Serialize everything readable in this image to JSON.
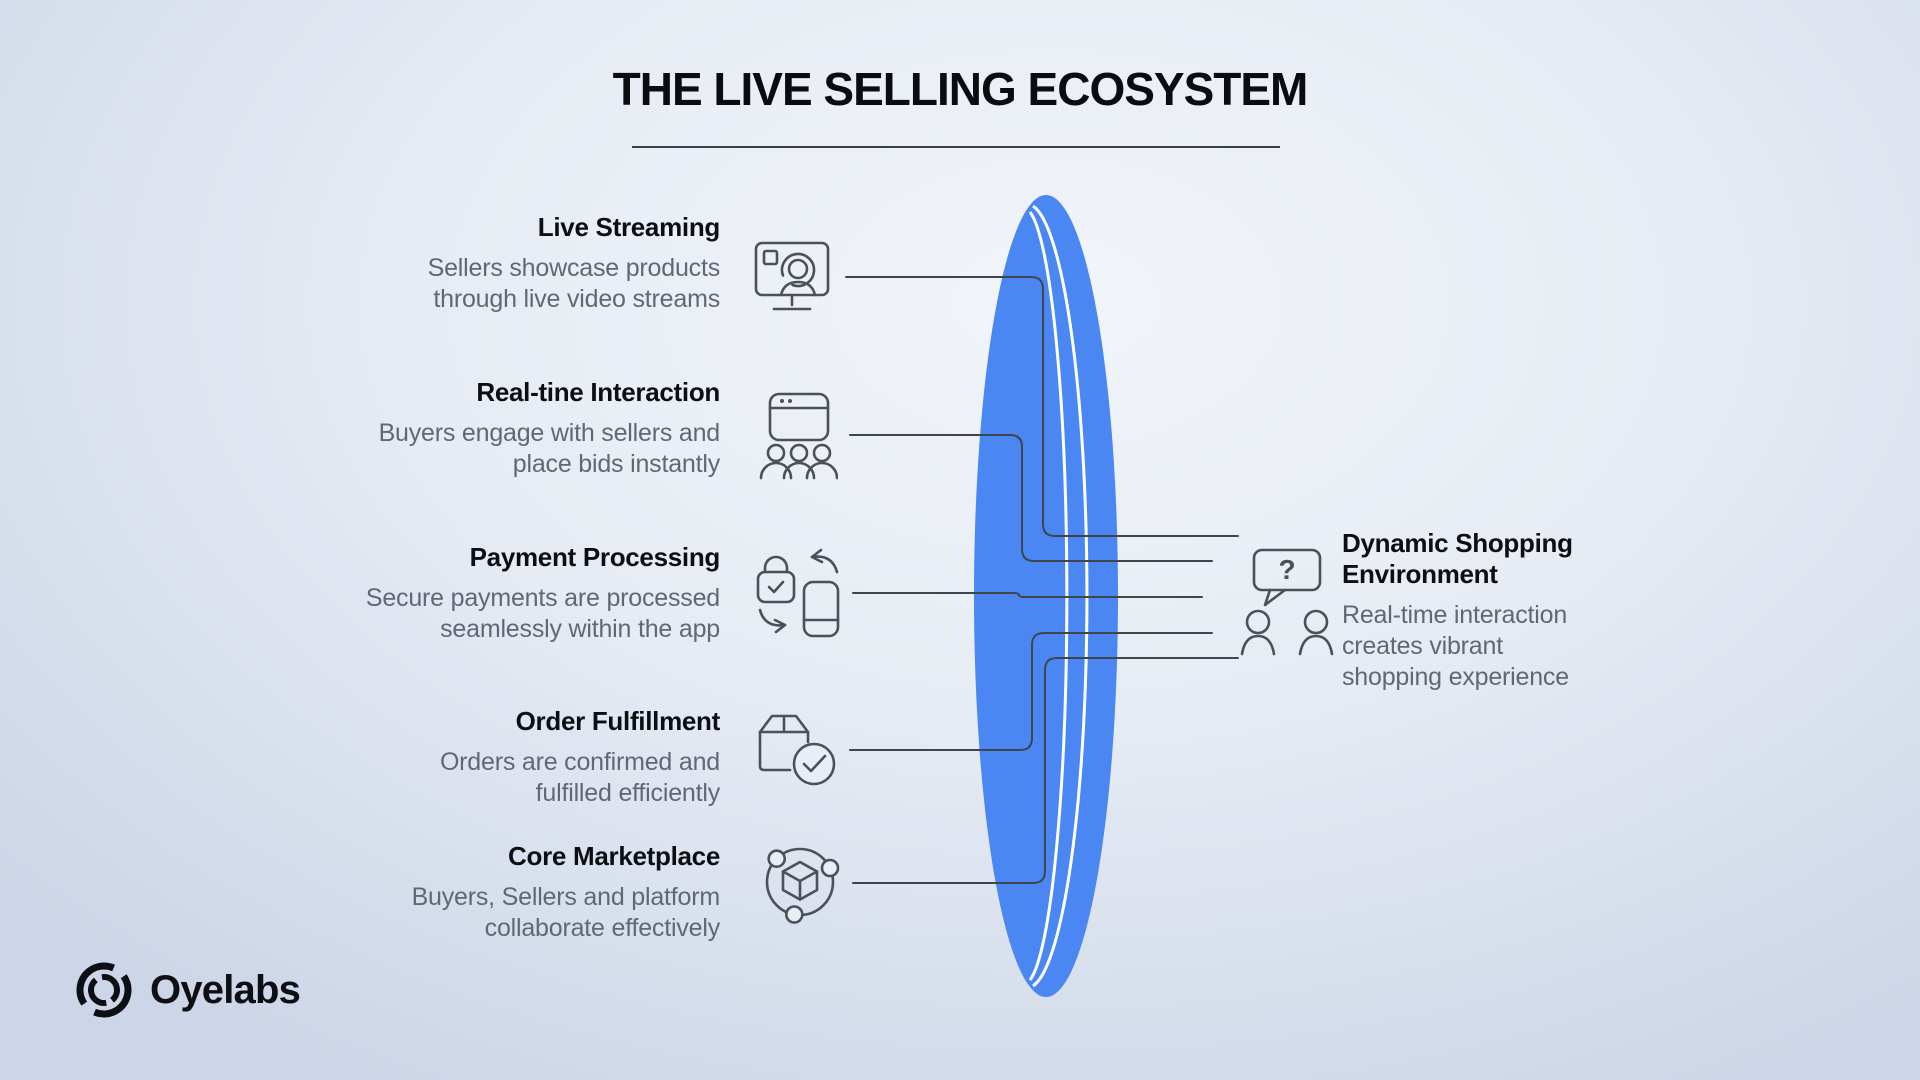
{
  "title": "THE LIVE SELLING ECOSYSTEM",
  "colors": {
    "accent_blue": "#4b87f2",
    "connector_line": "#3f454d",
    "heading_text": "#0c0e12",
    "body_text": "#5f6874"
  },
  "left_items": [
    {
      "heading": "Live Streaming",
      "icon": "live-streaming-monitor-icon",
      "desc_lines": [
        "Sellers showcase products",
        "through live video streams"
      ]
    },
    {
      "heading": "Real-tine Interaction",
      "icon": "browser-audience-icon",
      "desc_lines": [
        "Buyers engage with sellers and",
        "place bids instantly"
      ]
    },
    {
      "heading": "Payment Processing",
      "icon": "secure-payment-icon",
      "desc_lines": [
        "Secure payments are processed",
        "seamlessly within the app"
      ]
    },
    {
      "heading": "Order Fulfillment",
      "icon": "package-check-icon",
      "desc_lines": [
        "Orders are confirmed and",
        "fulfilled efficiently"
      ]
    },
    {
      "heading": "Core Marketplace",
      "icon": "cube-network-icon",
      "desc_lines": [
        "Buyers, Sellers and platform",
        "collaborate effectively"
      ]
    }
  ],
  "right_item": {
    "icon": "people-question-icon",
    "question_mark": "?",
    "heading_lines": [
      "Dynamic Shopping",
      "Environment"
    ],
    "desc_lines": [
      "Real-time interaction",
      "creates vibrant",
      "shopping experience"
    ]
  },
  "logo": {
    "text": "Oyelabs"
  }
}
